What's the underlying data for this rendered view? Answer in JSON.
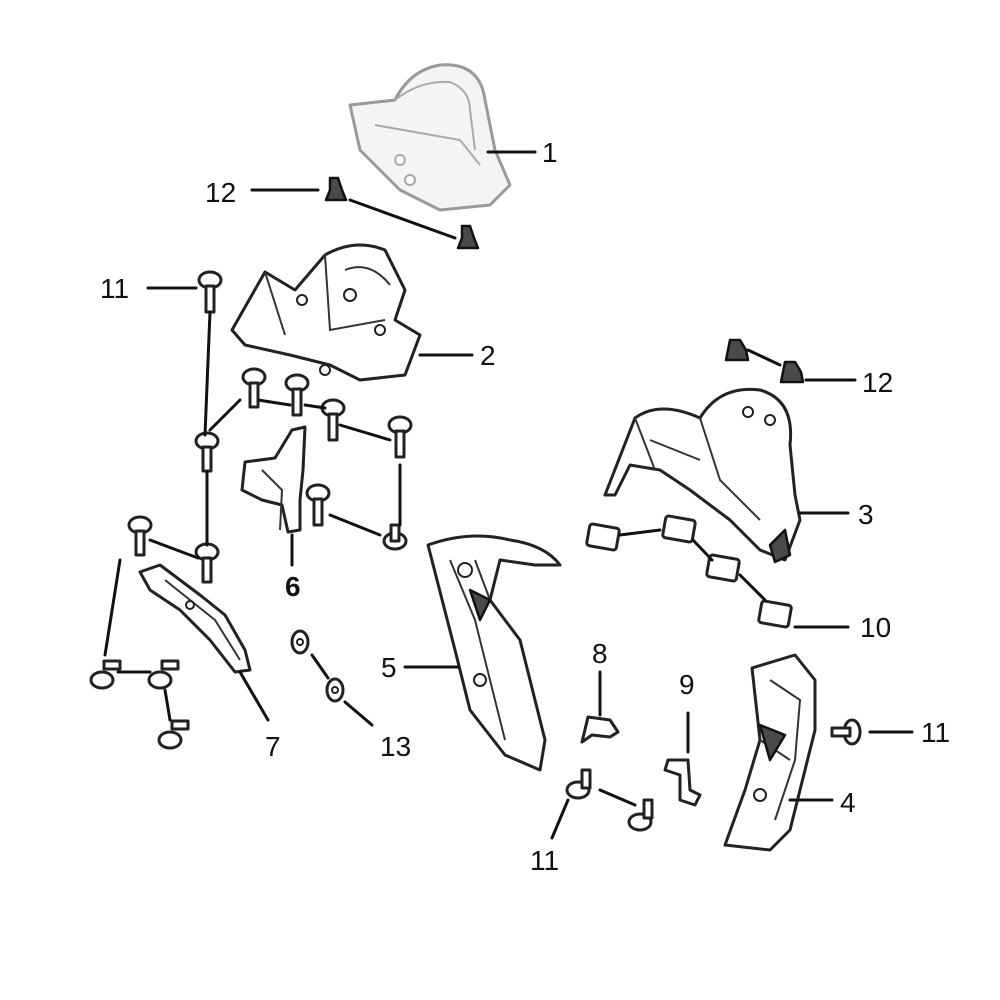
{
  "callouts": {
    "c1": "1",
    "c2": "2",
    "c3": "3",
    "c4": "4",
    "c5": "5",
    "c6": "6",
    "c7": "7",
    "c8": "8",
    "c9": "9",
    "c10": "10",
    "c11_top_left": "11",
    "c11_right": "11",
    "c11_bottom": "11",
    "c12_top": "12",
    "c12_right": "12",
    "c13": "13"
  }
}
